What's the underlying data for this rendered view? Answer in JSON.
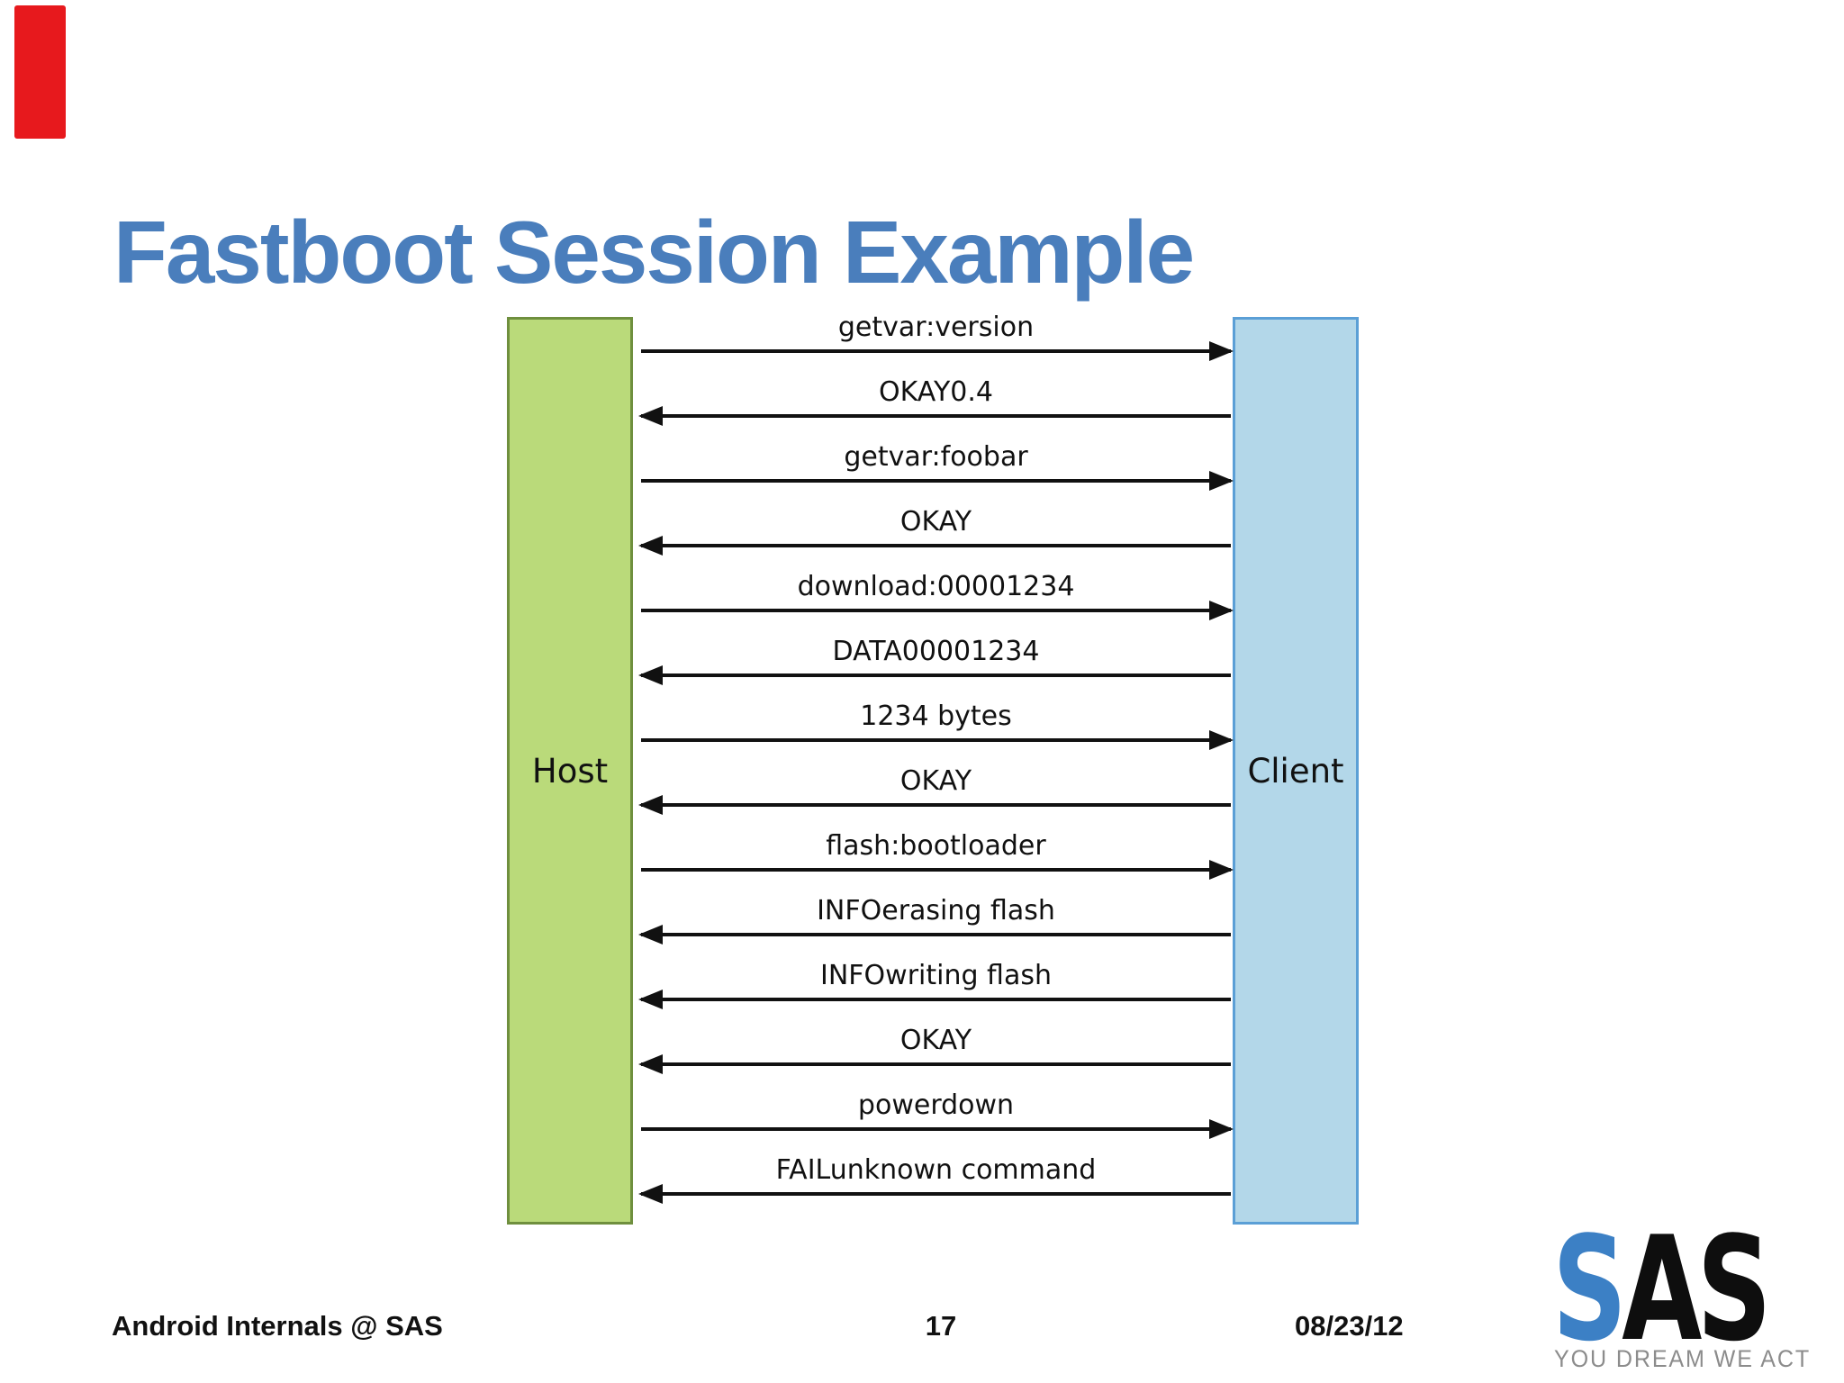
{
  "slide": {
    "title": "Fastboot Session Example",
    "colors": {
      "title": "#4a7ebc",
      "accent_bar": "#e7191d",
      "background": "#ffffff"
    }
  },
  "diagram": {
    "host": {
      "label": "Host",
      "fill": "#bada7a",
      "border": "#6f8f3e"
    },
    "client": {
      "label": "Client",
      "fill": "#b3d7e9",
      "border": "#5b9fd6"
    },
    "messages": [
      {
        "label": "getvar:version",
        "direction": "right"
      },
      {
        "label": "OKAY0.4",
        "direction": "left"
      },
      {
        "label": "getvar:foobar",
        "direction": "right"
      },
      {
        "label": "OKAY",
        "direction": "left"
      },
      {
        "label": "download:00001234",
        "direction": "right"
      },
      {
        "label": "DATA00001234",
        "direction": "left"
      },
      {
        "label": "1234 bytes",
        "direction": "right"
      },
      {
        "label": "OKAY",
        "direction": "left"
      },
      {
        "label": "flash:bootloader",
        "direction": "right"
      },
      {
        "label": "INFOerasing flash",
        "direction": "left"
      },
      {
        "label": "INFOwriting flash",
        "direction": "left"
      },
      {
        "label": "OKAY",
        "direction": "left"
      },
      {
        "label": "powerdown",
        "direction": "right"
      },
      {
        "label": "FAILunknown command",
        "direction": "left"
      }
    ]
  },
  "footer": {
    "left_text": "Android Internals @ SAS",
    "page_number": "17",
    "date": "08/23/12"
  },
  "logo": {
    "letters": [
      {
        "char": "S",
        "color": "#3c80c5"
      },
      {
        "char": "A",
        "color": "#0e0e0e"
      },
      {
        "char": "S",
        "color": "#0e0e0e"
      }
    ],
    "tagline": "YOU DREAM WE ACT",
    "tagline_color": "#8c8c8c"
  }
}
